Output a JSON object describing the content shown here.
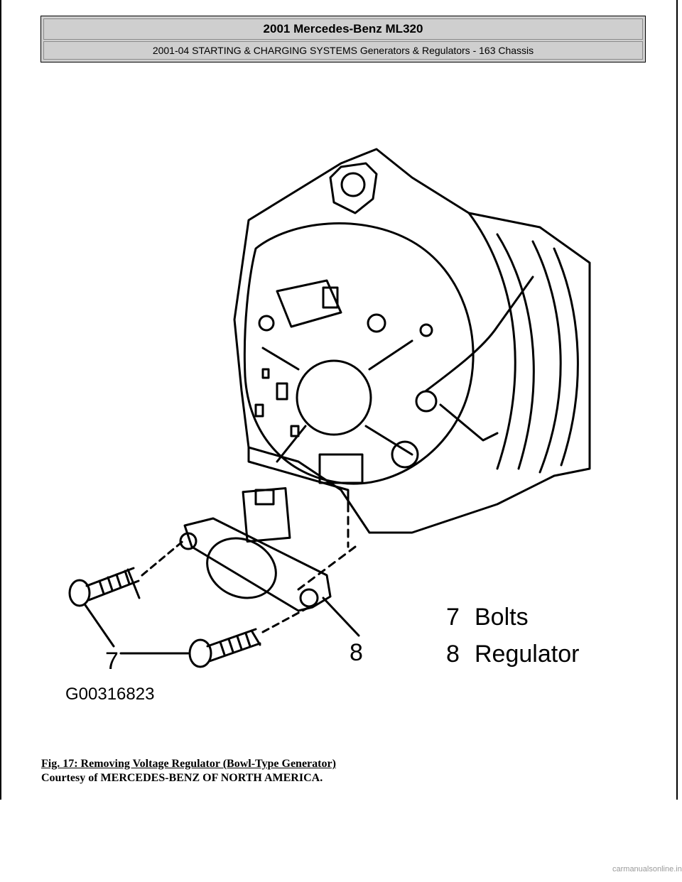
{
  "header": {
    "title": "2001 Mercedes-Benz ML320",
    "subtitle": "2001-04 STARTING & CHARGING SYSTEMS Generators & Regulators - 163 Chassis"
  },
  "figure": {
    "callout_7": "7",
    "callout_8": "8",
    "legend": [
      {
        "num": "7",
        "label": "Bolts"
      },
      {
        "num": "8",
        "label": "Regulator"
      }
    ],
    "figure_code": "G00316823"
  },
  "caption": {
    "title": "Fig. 17: Removing Voltage Regulator (Bowl-Type Generator)",
    "courtesy": "Courtesy of MERCEDES-BENZ OF NORTH AMERICA."
  },
  "watermark": "carmanualsonline.info"
}
